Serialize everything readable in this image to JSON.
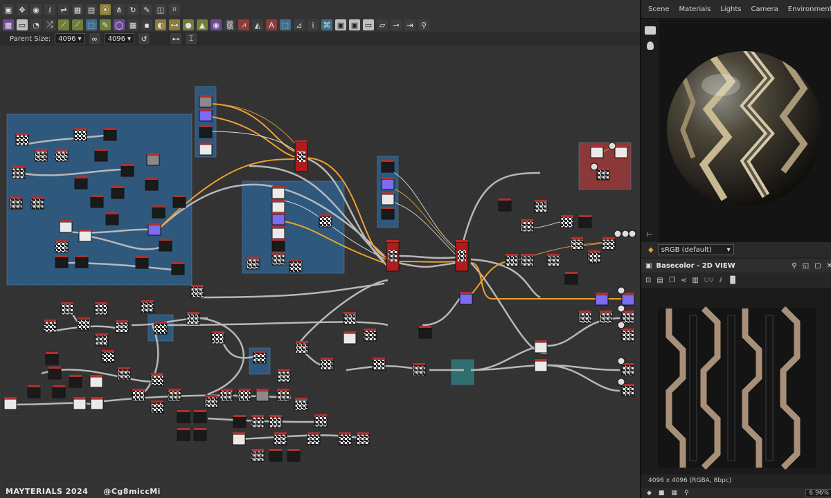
{
  "params": {
    "parent_size_label": "Parent Size:",
    "width_value": "4096",
    "height_value": "4096"
  },
  "footer": {
    "brand": "MAYTERIALS 2024",
    "handle": "@Cg8miccMi"
  },
  "right_panel": {
    "tabs": [
      "Scene",
      "Materials",
      "Lights",
      "Camera",
      "Environment"
    ],
    "colorspace": "sRGB (default)",
    "view2d_title": "Basecolor - 2D VIEW",
    "view2d_uv_label": "UV",
    "texture_info": "4096 x 4096 (RGBA, 8bpc)",
    "zoom": "6.96%"
  },
  "colors": {
    "frame_blue": "#2f5f8a",
    "frame_red": "#9a3a3a",
    "frame_teal": "#2f7a7a",
    "orange_wire": "#f0a030",
    "grey_wire": "#b8b8b8"
  }
}
